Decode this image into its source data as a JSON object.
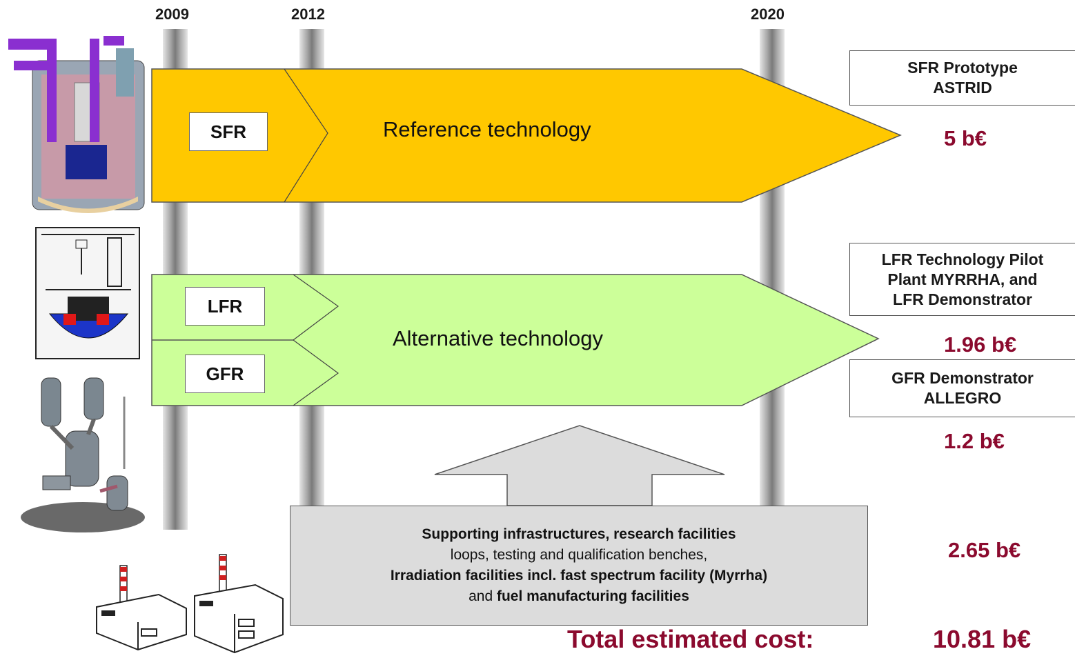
{
  "timeline": {
    "years": [
      "2009",
      "2012",
      "2020"
    ]
  },
  "tracks": {
    "reference": {
      "label": "SFR",
      "text": "Reference technology",
      "color": "#ffc800"
    },
    "alternative": {
      "labels": [
        "LFR",
        "GFR"
      ],
      "text": "Alternative technology",
      "color": "#ccff99"
    }
  },
  "outcomes": [
    {
      "title": [
        "SFR Prototype",
        "ASTRID"
      ],
      "cost": "5 b€"
    },
    {
      "title": [
        "LFR Technology Pilot",
        "Plant MYRRHA, and",
        "LFR Demonstrator"
      ],
      "cost": "1.96 b€"
    },
    {
      "title": [
        "GFR Demonstrator",
        "ALLEGRO"
      ],
      "cost": "1.2 b€"
    }
  ],
  "support": {
    "line1": "Supporting infrastructures, research facilities",
    "line2": "loops, testing and qualification benches,",
    "line3": "Irradiation facilities incl. fast spectrum facility (Myrrha)",
    "line4_prefix": "and ",
    "line4_bold": "fuel manufacturing facilities",
    "cost": "2.65 b€"
  },
  "total": {
    "label": "Total estimated cost:",
    "value": "10.81 b€"
  },
  "icons": [
    "sfr-reactor-icon",
    "lfr-reactor-icon",
    "gfr-reactor-icon",
    "factory-icon"
  ],
  "colors": {
    "cost": "#8b0a2e",
    "reference": "#ffc800",
    "alternative": "#ccff99",
    "support": "#dcdcdc"
  }
}
